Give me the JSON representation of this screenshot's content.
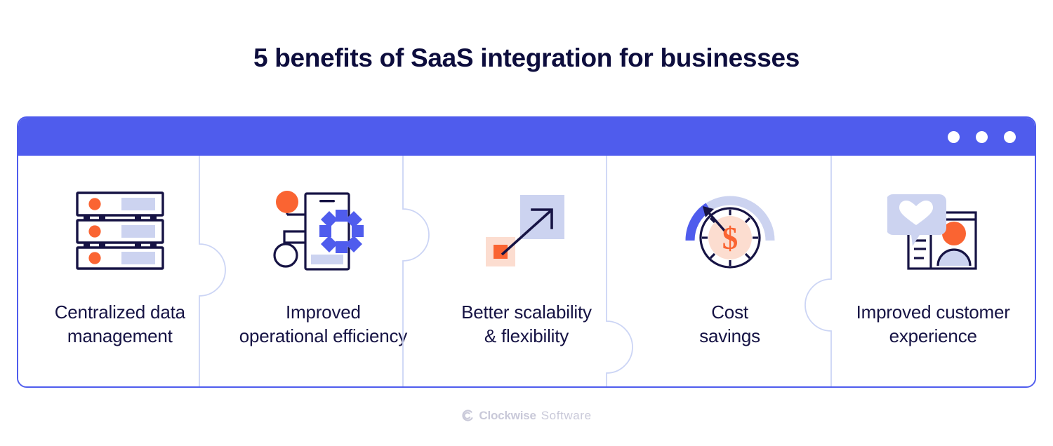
{
  "title": "5 benefits of SaaS integration for businesses",
  "colors": {
    "title_navy": "#0d0d3d",
    "window_blue": "#4f5ced",
    "accent_orange": "#fa6432",
    "peach": "#fcddd0",
    "lavender": "#ccd3f0",
    "divider_lavender": "#ccd5f5",
    "label_navy": "#161344",
    "footer_gray": "#c9c9d9"
  },
  "window": {
    "dots": [
      "window-dot-1",
      "window-dot-2",
      "window-dot-3"
    ]
  },
  "panels": [
    {
      "icon": "server-rack-icon",
      "label": "Centralized data\nmanagement",
      "label_line1": "Centralized data",
      "label_line2": "management"
    },
    {
      "icon": "mobile-process-icon",
      "label": "Improved\noperational efficiency",
      "label_line1": "Improved",
      "label_line2": "operational efficiency"
    },
    {
      "icon": "scale-arrow-icon",
      "label": "Better scalability\n& flexibility",
      "label_line1": "Better scalability",
      "label_line2": "& flexibility"
    },
    {
      "icon": "dollar-clock-gauge-icon",
      "label": "Cost\nsavings",
      "label_line1": "Cost",
      "label_line2": "savings"
    },
    {
      "icon": "customer-heart-icon",
      "label": "Improved customer\nexperience",
      "label_line1": "Improved customer",
      "label_line2": "experience"
    }
  ],
  "footer": {
    "logo_mark": "clockwise-swirl-logo",
    "brand_bold": "Clockwise",
    "brand_light": "Software"
  }
}
